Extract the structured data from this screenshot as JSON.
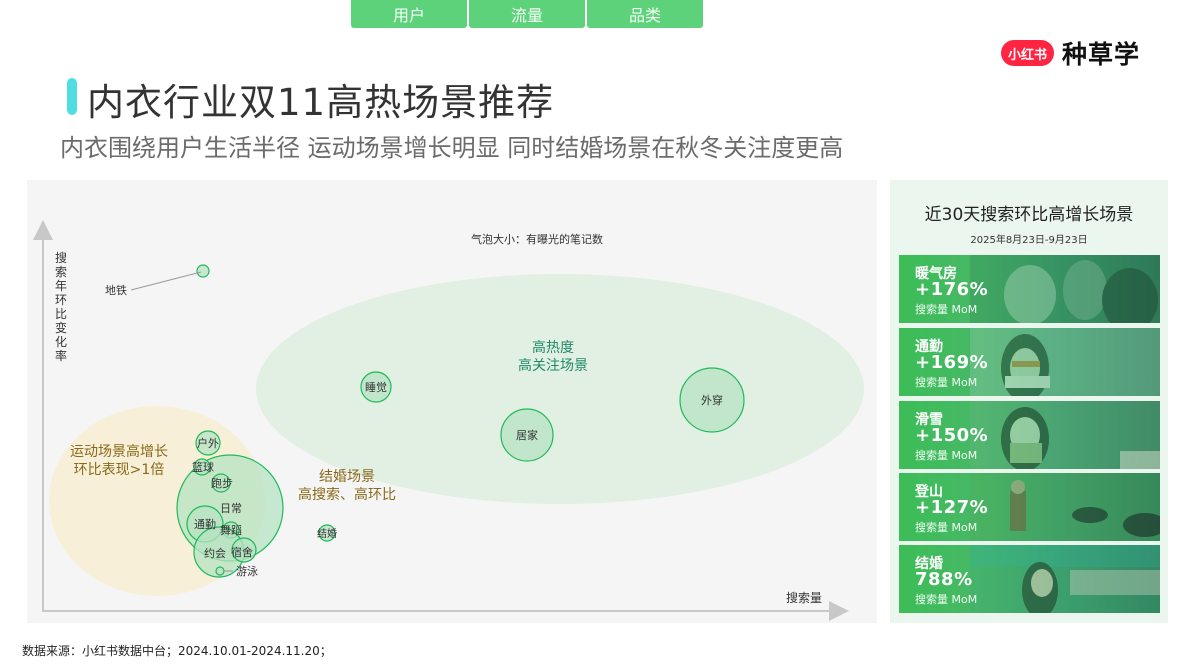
{
  "nav": {
    "tabs": [
      {
        "label": "用户"
      },
      {
        "label": "流量"
      },
      {
        "label": "品类"
      }
    ]
  },
  "logo": {
    "badge": "小红书",
    "text": "种草学",
    "badge_color": "#ff2442"
  },
  "header": {
    "title": "内衣行业双11高热场景推荐",
    "subtitle": "内衣围绕用户生活半径 运动场景增长明显 同时结婚场景在秋冬关注度更高",
    "accent_color": "#4fdde3"
  },
  "chart_data": {
    "type": "scatter",
    "title": "",
    "subtitle": "气泡大小：有曝光的笔记数",
    "xlabel": "搜索量",
    "ylabel": "搜索年环比变化率",
    "grid": false,
    "axis_ticks": "none",
    "note": "Bubble chart; positions in relative units (x 0-100 search volume, y 0-100 YoY change), size = relative note count",
    "points": [
      {
        "label": "地铁",
        "x": 19,
        "y": 88,
        "size": 6
      },
      {
        "label": "睡觉",
        "x": 40,
        "y": 57,
        "size": 15
      },
      {
        "label": "居家",
        "x": 59,
        "y": 44,
        "size": 26
      },
      {
        "label": "外穿",
        "x": 81,
        "y": 53,
        "size": 32
      },
      {
        "label": "户外",
        "x": 20,
        "y": 44,
        "size": 12
      },
      {
        "label": "篮球",
        "x": 19,
        "y": 37,
        "size": 8
      },
      {
        "label": "跑步",
        "x": 22,
        "y": 33,
        "size": 9
      },
      {
        "label": "日常",
        "x": 23,
        "y": 27,
        "size": 53
      },
      {
        "label": "通勤",
        "x": 20,
        "y": 22,
        "size": 18
      },
      {
        "label": "舞蹈",
        "x": 23,
        "y": 21,
        "size": 8
      },
      {
        "label": "约会",
        "x": 22,
        "y": 15,
        "size": 25
      },
      {
        "label": "宿舍",
        "x": 25,
        "y": 15,
        "size": 12
      },
      {
        "label": "游泳",
        "x": 22,
        "y": 10,
        "size": 4
      },
      {
        "label": "结婚",
        "x": 35,
        "y": 23,
        "size": 8
      }
    ],
    "annotations": [
      {
        "text": "高热度\n高关注场景",
        "region": "green-ellipse"
      },
      {
        "text": "运动场景高增长\n环比表现>1倍",
        "region": "yellow-ellipse"
      },
      {
        "text": "结婚场景\n高搜索、高环比",
        "region": "near-结婚"
      }
    ]
  },
  "chart_labels": {
    "bubble_note": "气泡大小：有曝光的笔记数",
    "x_axis": "搜索量",
    "y_axis_chars": [
      "搜",
      "索",
      "年",
      "环",
      "比",
      "变",
      "化",
      "率"
    ],
    "green_zone_line1": "高热度",
    "green_zone_line2": "高关注场景",
    "sport_zone_line1": "运动场景高增长",
    "sport_zone_line2": "环比表现>1倍",
    "wedding_line1": "结婚场景",
    "wedding_line2": "高搜索、高环比",
    "bubbles": {
      "subway": "地铁",
      "sleep": "睡觉",
      "home": "居家",
      "outwear": "外穿",
      "outdoor": "户外",
      "basketball": "篮球",
      "running": "跑步",
      "daily": "日常",
      "commute": "通勤",
      "dance": "舞蹈",
      "dating": "约会",
      "dorm": "宿舍",
      "swimming": "游泳",
      "wedding": "结婚"
    }
  },
  "side_panel": {
    "title": "近30天搜索环比高增长场景",
    "date_range": "2025年8月23日-9月23日",
    "cards": [
      {
        "name": "暖气房",
        "value": "+176%",
        "metric": "搜索量 MoM"
      },
      {
        "name": "通勤",
        "value": "+169%",
        "metric": "搜索量 MoM"
      },
      {
        "name": "滑雪",
        "value": "+150%",
        "metric": "搜索量 MoM"
      },
      {
        "name": "登山",
        "value": "+127%",
        "metric": "搜索量 MoM"
      },
      {
        "name": "结婚",
        "value": "788%",
        "metric": "搜索量 MoM"
      }
    ]
  },
  "footer": {
    "source": "数据来源：小红书数据中台；2024.10.01-2024.11.20；"
  },
  "colors": {
    "tab_green": "#5dd27a",
    "bubble_fill": "#b5e3c3",
    "bubble_stroke": "#1fb95a",
    "green_zone": "#e1f0e2",
    "sport_zone": "#f7efd8",
    "annotation_gold": "#8a6a1a",
    "annotation_teal": "#1f8a6a",
    "chart_bg": "#f5f5f5",
    "side_bg": "#ebf6ee"
  }
}
